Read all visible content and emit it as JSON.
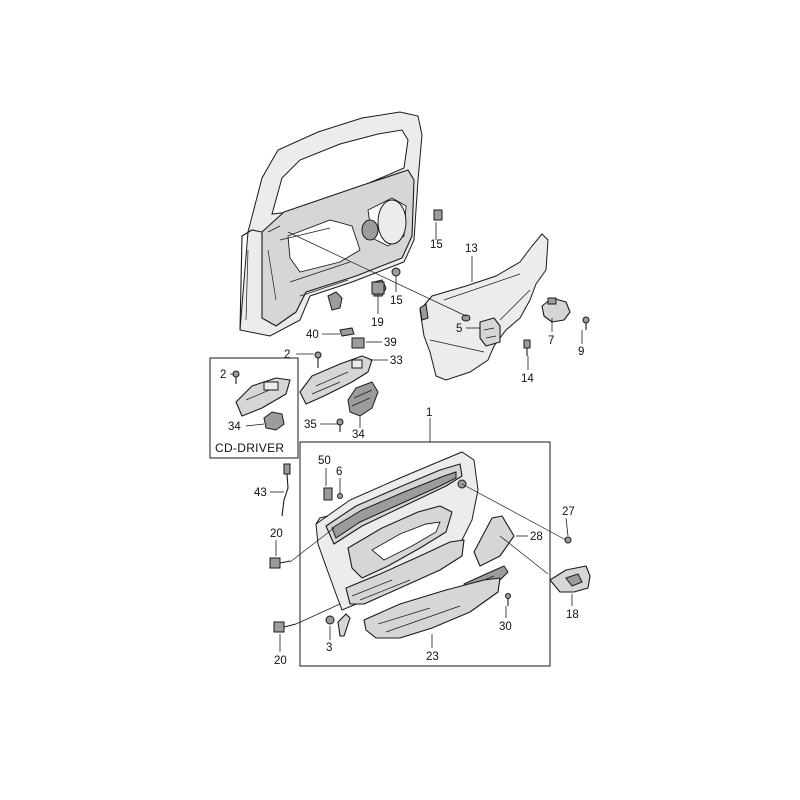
{
  "diagram": {
    "callouts": [
      {
        "id": "1",
        "text": "1"
      },
      {
        "id": "2a",
        "text": "2"
      },
      {
        "id": "2b",
        "text": "2"
      },
      {
        "id": "3",
        "text": "3"
      },
      {
        "id": "5",
        "text": "5"
      },
      {
        "id": "6",
        "text": "6"
      },
      {
        "id": "7",
        "text": "7"
      },
      {
        "id": "9",
        "text": "9"
      },
      {
        "id": "13",
        "text": "13"
      },
      {
        "id": "14",
        "text": "14"
      },
      {
        "id": "15a",
        "text": "15"
      },
      {
        "id": "15b",
        "text": "15"
      },
      {
        "id": "18",
        "text": "18"
      },
      {
        "id": "19",
        "text": "19"
      },
      {
        "id": "20a",
        "text": "20"
      },
      {
        "id": "20b",
        "text": "20"
      },
      {
        "id": "23",
        "text": "23"
      },
      {
        "id": "27",
        "text": "27"
      },
      {
        "id": "28",
        "text": "28"
      },
      {
        "id": "30",
        "text": "30"
      },
      {
        "id": "33",
        "text": "33"
      },
      {
        "id": "34a",
        "text": "34"
      },
      {
        "id": "34b",
        "text": "34"
      },
      {
        "id": "35",
        "text": "35"
      },
      {
        "id": "39",
        "text": "39"
      },
      {
        "id": "40",
        "text": "40"
      },
      {
        "id": "43",
        "text": "43"
      },
      {
        "id": "50",
        "text": "50"
      }
    ],
    "inset_label": "CD-DRIVER"
  }
}
